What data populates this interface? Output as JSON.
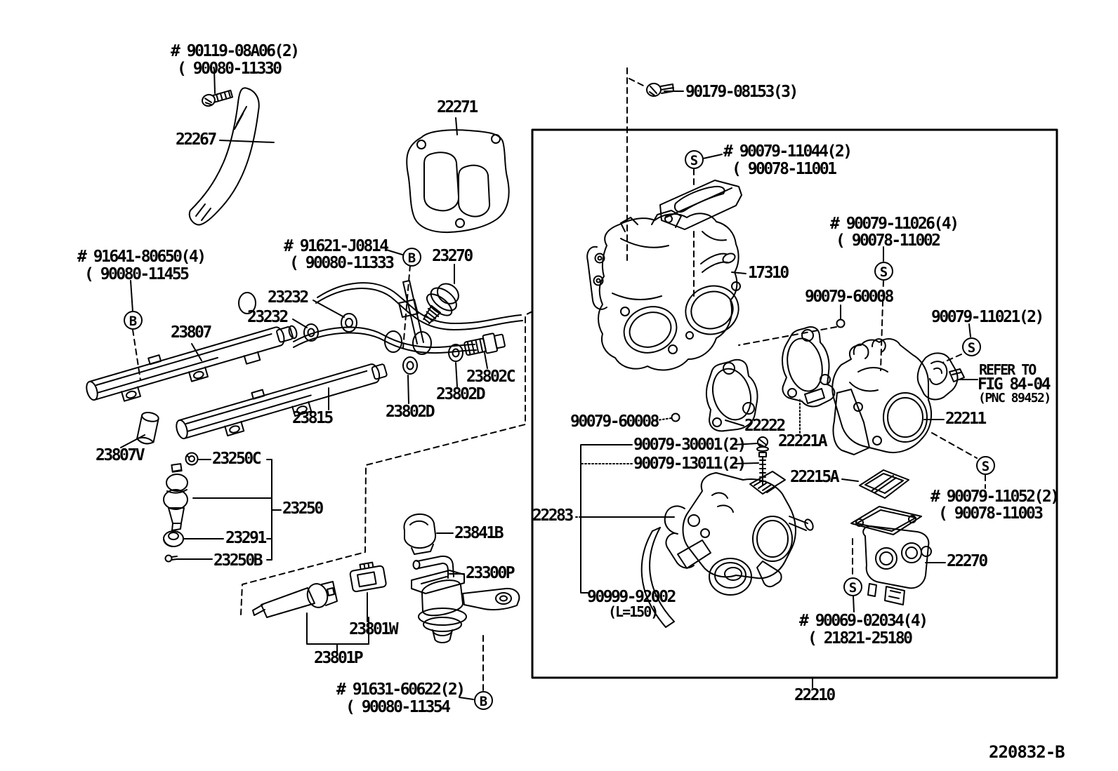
{
  "diagram": {
    "figure_code": "220832-B",
    "main_assembly": "22210",
    "type": "parts-diagram",
    "line_color": "#000000",
    "background": "#ffffff"
  },
  "badges": {
    "b": "B",
    "s": "S"
  },
  "labels": {
    "note_90119_a": "# 90119-08A06(2)",
    "note_90119_b": "( 90080-11330",
    "p22267": "22267",
    "p22271": "22271",
    "note_91621_a": "# 91621-J0814",
    "note_91621_b": "( 90080-11333",
    "p23270": "23270",
    "note_91641_a": "# 91641-80650(4)",
    "note_91641_b": "( 90080-11455",
    "p23232_1": "23232",
    "p23232_2": "23232",
    "p23807": "23807",
    "p23802C": "23802C",
    "p23802D_1": "23802D",
    "p23802D_2": "23802D",
    "p23815": "23815",
    "p23807V": "23807V",
    "p23250C": "23250C",
    "p23250": "23250",
    "p23291": "23291",
    "p23250B": "23250B",
    "p23841B": "23841B",
    "p23300P": "23300P",
    "p23801W": "23801W",
    "p23801P": "23801P",
    "note_91631_a": "# 91631-60622(2)",
    "note_91631_b": "( 90080-11354",
    "p90179": "90179-08153(3)",
    "note_11044_a": "# 90079-11044(2)",
    "note_11044_b": "( 90078-11001",
    "note_11026_a": "# 90079-11026(4)",
    "note_11026_b": "( 90078-11002",
    "p17310": "17310",
    "p60008_up": "90079-60008",
    "p11021": "90079-11021(2)",
    "refer_1": "REFER TO",
    "refer_2": "FIG 84-04",
    "refer_3": "(PNC 89452)",
    "p22211": "22211",
    "p60008_low": "90079-60008",
    "p22222": "22222",
    "p22221A": "22221A",
    "p30001": "90079-30001(2)",
    "p13011": "90079-13011(2)",
    "p22215A": "22215A",
    "p22283": "22283",
    "note_11052_a": "# 90079-11052(2)",
    "note_11052_b": "( 90078-11003",
    "p22270": "22270",
    "p90999_a": "90999-92002",
    "p90999_b": "(L=150)",
    "note_90069_a": "# 90069-02034(4)",
    "note_90069_b": "( 21821-25180",
    "p22210": "22210",
    "figure_code": "220832-B"
  }
}
